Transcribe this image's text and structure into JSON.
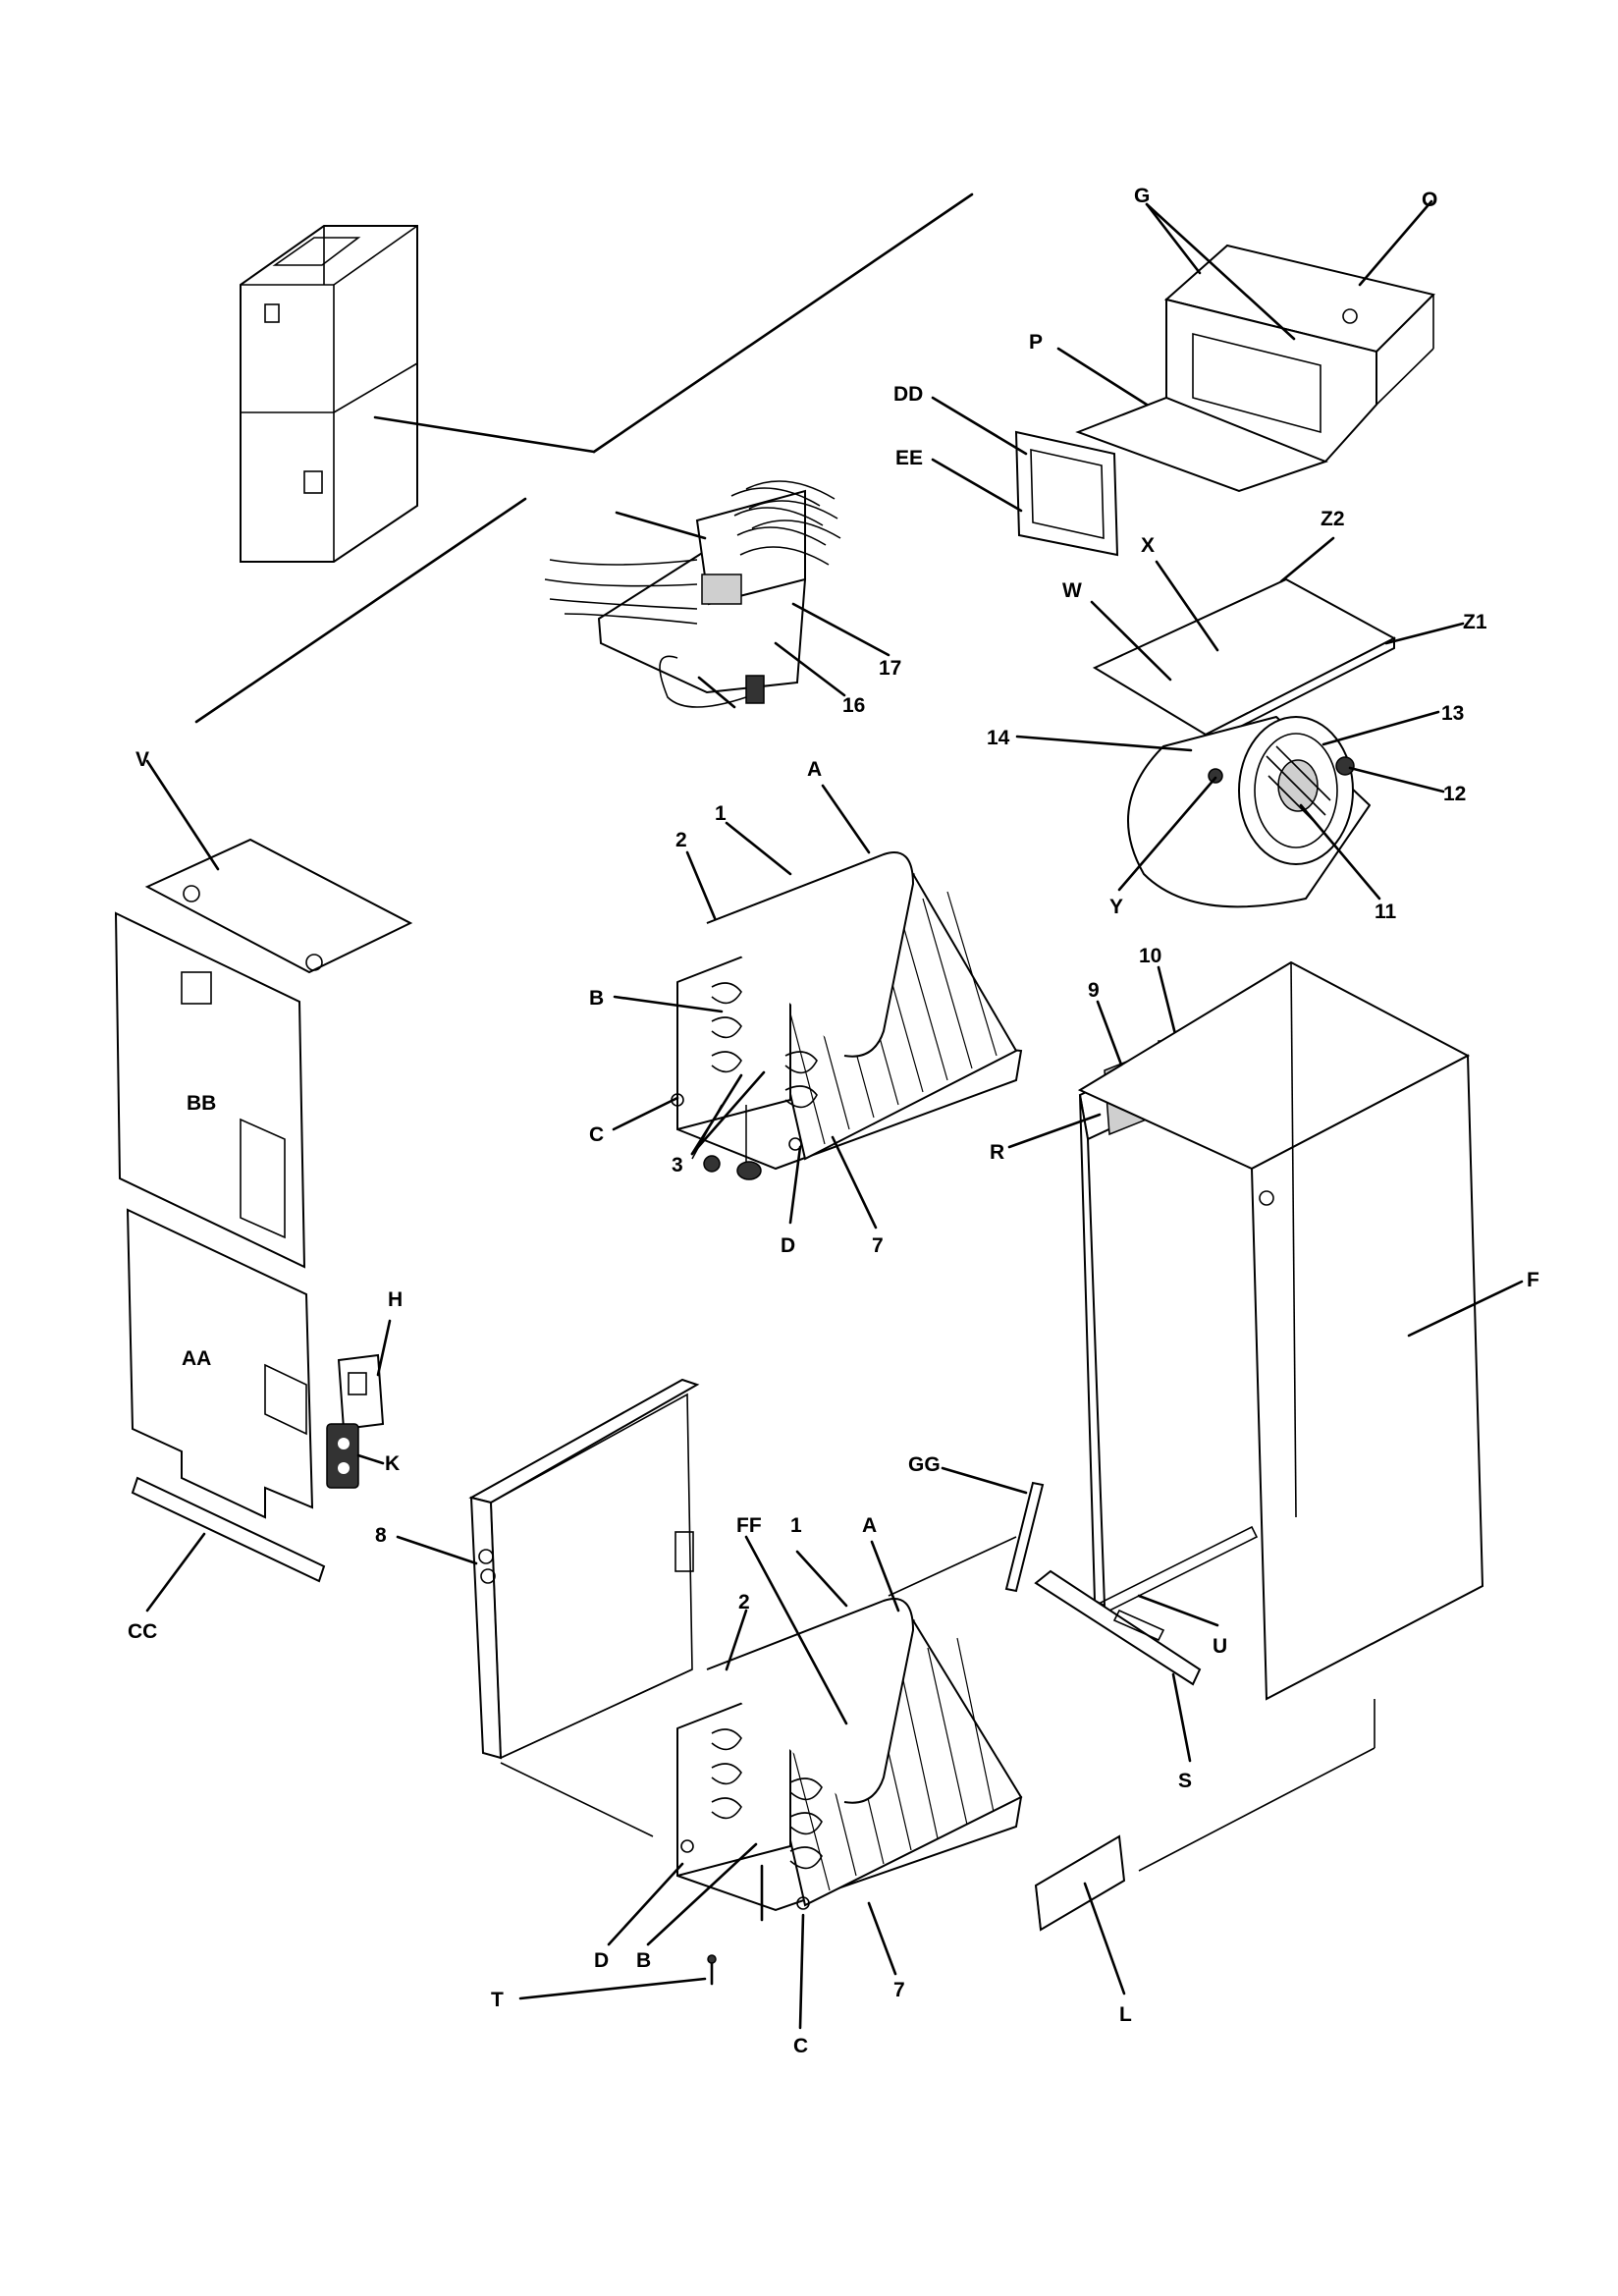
{
  "labels": {
    "V": "V",
    "BB": "BB",
    "AA": "AA",
    "CC": "CC",
    "H": "H",
    "K": "K",
    "DD": "DD",
    "EE": "EE",
    "P": "P",
    "G": "G",
    "O": "O",
    "Z2": "Z2",
    "Z1": "Z1",
    "X": "X",
    "W": "W",
    "n13": "13",
    "n12": "12",
    "n11": "11",
    "n14": "14",
    "Y": "Y",
    "n17": "17",
    "n16": "16",
    "A1": "A",
    "n1a": "1",
    "n2a": "2",
    "B1": "B",
    "C1": "C",
    "n3": "3",
    "D1": "D",
    "n7a": "7",
    "n9": "9",
    "n10": "10",
    "R": "R",
    "F": "F",
    "U": "U",
    "S": "S",
    "GG": "GG",
    "FF": "FF",
    "n1b": "1",
    "A2": "A",
    "n2b": "2",
    "n8": "8",
    "D2": "D",
    "B2": "B",
    "n7b": "7",
    "C2": "C",
    "T": "T",
    "L": "L"
  }
}
